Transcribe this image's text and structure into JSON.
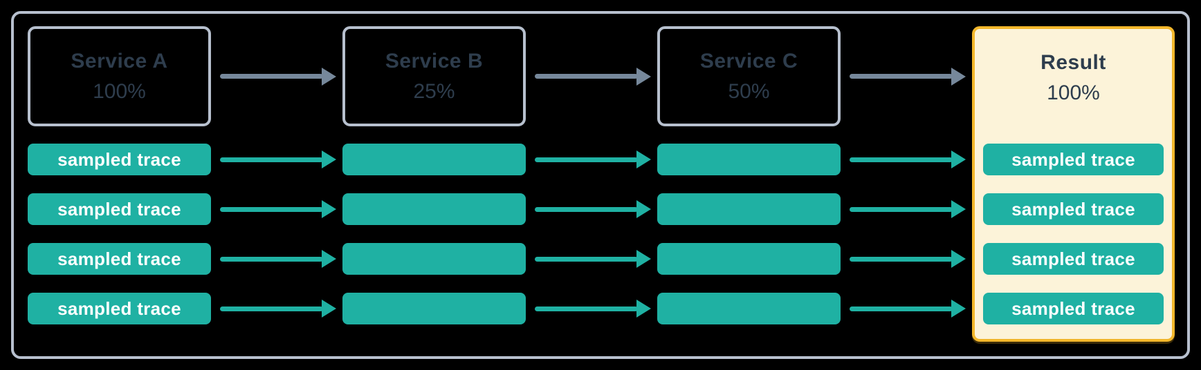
{
  "colors": {
    "teal": "#1FB1A3",
    "arrow-gray": "#76889B",
    "border-gray": "#B7C0CE",
    "ink": "#2E3D4D",
    "cream": "#FCF3D9",
    "gold": "#F3B72B",
    "bg": "#000000"
  },
  "diagram": {
    "columns": [
      {
        "title": "Service A",
        "rate": "100%",
        "traces": [
          "sampled trace",
          "sampled trace",
          "sampled trace",
          "sampled trace"
        ]
      },
      {
        "title": "Service B",
        "rate": "25%",
        "traces": [
          "",
          "",
          "",
          ""
        ]
      },
      {
        "title": "Service C",
        "rate": "50%",
        "traces": [
          "",
          "",
          "",
          ""
        ]
      },
      {
        "title": "Result",
        "rate": "100%",
        "traces": [
          "sampled trace",
          "sampled trace",
          "sampled trace",
          "sampled trace"
        ]
      }
    ]
  }
}
